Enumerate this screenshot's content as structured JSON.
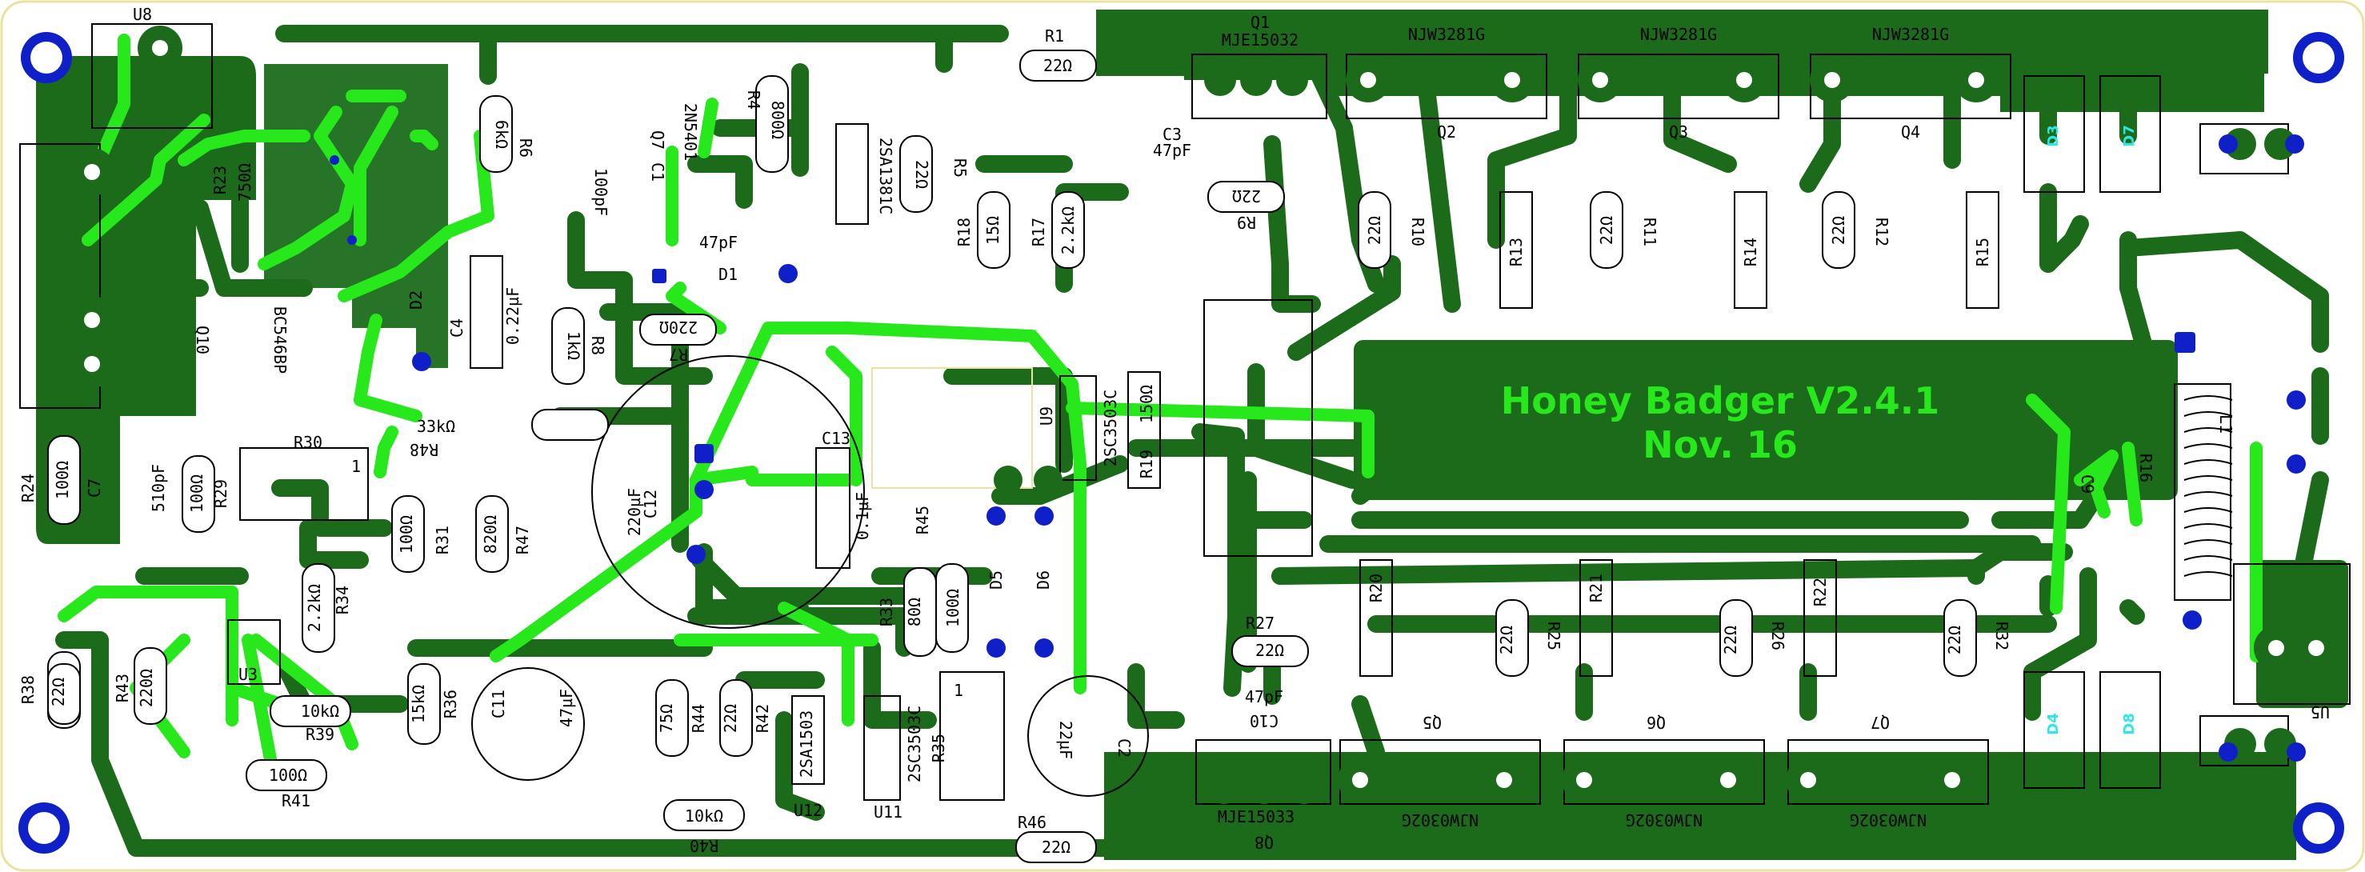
{
  "board": {
    "title_line1": "Honey Badger V2.4.1",
    "title_line2": "Nov. 16",
    "colors": {
      "background": "#ffffff",
      "copper_bottom": "#1b6b1b",
      "copper_top": "#26e81a",
      "silkscreen": "#000000",
      "via": "#1020c8",
      "diode_label": "#2ee6e6",
      "outline": "#e8e4a0"
    }
  },
  "components": {
    "u8": "U8",
    "r1": {
      "ref": "R1",
      "val": "22Ω"
    },
    "q1": {
      "ref": "Q1",
      "val": "MJE15032"
    },
    "q2": {
      "ref": "Q2",
      "val": "NJW3281G"
    },
    "q3": {
      "ref": "Q3",
      "val": "NJW3281G"
    },
    "q4": {
      "ref": "Q4",
      "val": "NJW3281G"
    },
    "d3": "D3",
    "d7": "D7",
    "c3": {
      "ref": "C3",
      "val": "47pF"
    },
    "r9": {
      "ref": "R9",
      "val": "22Ω"
    },
    "r10": {
      "ref": "R10",
      "val": "22Ω"
    },
    "r11": {
      "ref": "R11",
      "val": "22Ω"
    },
    "r12": {
      "ref": "R12",
      "val": "22Ω"
    },
    "r13": "R13",
    "r14": "R14",
    "r15": "R15",
    "r23": {
      "ref": "R23",
      "val": "750Ω"
    },
    "r4": {
      "ref": "R4",
      "val": "800Ω"
    },
    "r6": {
      "ref": "R6",
      "val": "6kΩ"
    },
    "q7ic": {
      "ref": "Q7",
      "val": "2N5401"
    },
    "c1": {
      "ref": "C1",
      "val": "100pF"
    },
    "sa1381": "2SA1381C",
    "r5": {
      "ref": "R5",
      "val": "22Ω"
    },
    "r18": {
      "ref": "R18",
      "val": "15Ω"
    },
    "r17": {
      "ref": "R17",
      "val": "2.2kΩ"
    },
    "c_47pf": "47pF",
    "d1": "D1",
    "r7": {
      "ref": "R7",
      "val": "220Ω"
    },
    "c4": {
      "ref": "C4",
      "val": "0.22µF"
    },
    "d2": "D2",
    "q10": {
      "ref": "Q10",
      "val": "BC546BP"
    },
    "r8": {
      "ref": "R8",
      "val": "1kΩ"
    },
    "u9": {
      "ref": "U9",
      "val": "2SC3503C"
    },
    "r19": {
      "ref": "R19",
      "val": "150Ω"
    },
    "r48": {
      "ref": "R48",
      "val": "33kΩ"
    },
    "r30": "R30",
    "r24": {
      "ref": "R24",
      "val": "100Ω"
    },
    "c7": {
      "ref": "C7",
      "val": "510pF"
    },
    "r29": {
      "ref": "R29",
      "val": "100Ω"
    },
    "r31": {
      "ref": "R31",
      "val": "100Ω"
    },
    "r47": {
      "ref": "R47",
      "val": "820Ω"
    },
    "c12": {
      "ref": "C12",
      "val": "220µF"
    },
    "c13": {
      "ref": "C13",
      "val": "0.1µF"
    },
    "r45": "R45",
    "r33": {
      "ref": "R33",
      "val": "80Ω"
    },
    "r_100": "100Ω",
    "d5": "D5",
    "d6": "D6",
    "r34": {
      "ref": "R34",
      "val": "2.2kΩ"
    },
    "r38": {
      "ref": "R38",
      "val": "22Ω"
    },
    "r43": {
      "ref": "R43",
      "val": "220Ω"
    },
    "u3": "U3",
    "r39": {
      "ref": "R39",
      "val": "10kΩ"
    },
    "r41": {
      "ref": "R41",
      "val": "100Ω"
    },
    "r36": {
      "ref": "R36",
      "val": "15kΩ"
    },
    "c11": {
      "ref": "C11",
      "val": "47µF"
    },
    "r44": {
      "ref": "R44",
      "val": "75Ω"
    },
    "r42": {
      "ref": "R42",
      "val": "22Ω"
    },
    "u12": {
      "ref": "U12",
      "val": "2SA1503"
    },
    "r40": {
      "ref": "R40",
      "val": "10kΩ"
    },
    "u11": {
      "ref": "U11",
      "val": "2SC3503C"
    },
    "r35": "R35",
    "c2": {
      "ref": "C2",
      "val": "22µF"
    },
    "r46": {
      "ref": "R46",
      "val": "22Ω"
    },
    "r27": {
      "ref": "R27",
      "val": "22Ω"
    },
    "c10": {
      "ref": "C10",
      "val": "47pF"
    },
    "q8": {
      "ref": "Q8",
      "val": "MJE15033"
    },
    "q5": {
      "ref": "Q5",
      "val": "NJW0302G"
    },
    "q6": {
      "ref": "Q6",
      "val": "NJW0302G"
    },
    "q7": {
      "ref": "Q7",
      "val": "NJW0302G"
    },
    "r20": "R20",
    "r21": "R21",
    "r22": "R22",
    "r25": {
      "ref": "R25",
      "val": "22Ω"
    },
    "r26": {
      "ref": "R26",
      "val": "22Ω"
    },
    "r32": {
      "ref": "R32",
      "val": "22Ω"
    },
    "d4": "D4",
    "d8": "D8",
    "u5": "U5",
    "l1": "L1",
    "r16": "R16",
    "c9": "C9",
    "hole_pin": "1",
    "u8_pin": "1"
  }
}
